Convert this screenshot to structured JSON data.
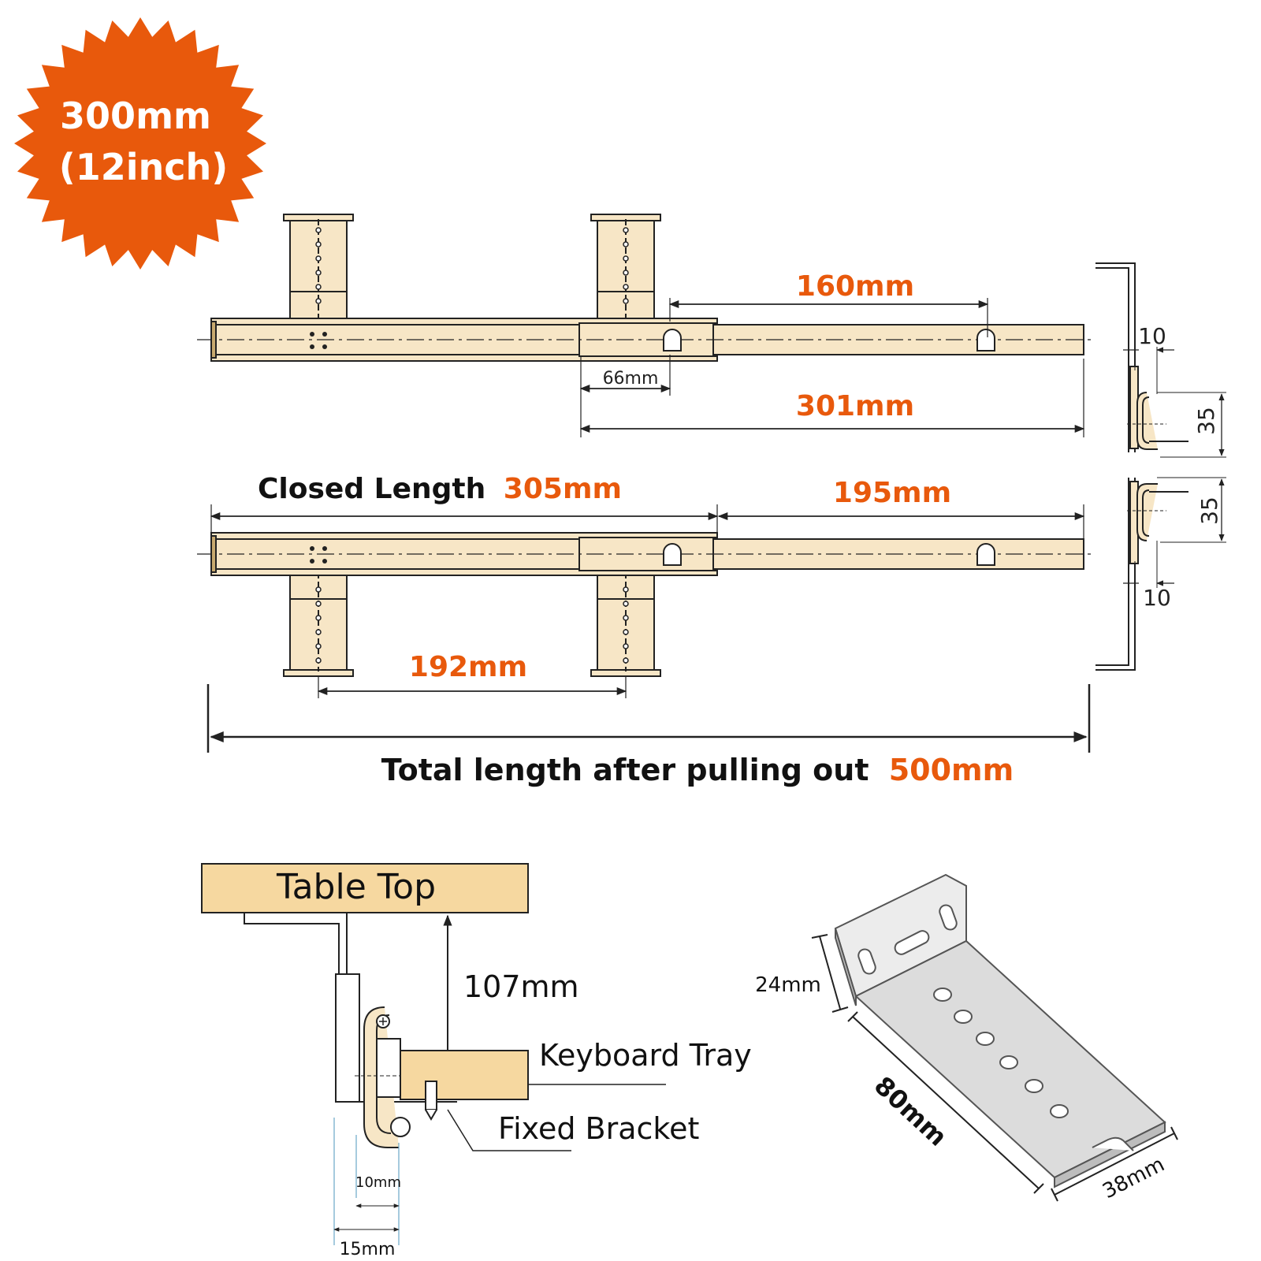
{
  "colors": {
    "orange": "#e8590c",
    "rail_fill": "#f7e6c6",
    "tray_fill": "#f6d8a0",
    "line": "#222222",
    "bracket_fill": "#dcdcdc"
  },
  "badge": {
    "line1": "300mm",
    "line2": "(12inch)"
  },
  "top_view": {
    "dim_160": "160mm",
    "dim_66": "66mm",
    "dim_301": "301mm"
  },
  "bottom_view": {
    "closed_label": "Closed Length",
    "closed_value": "305mm",
    "dim_195": "195mm",
    "dim_192": "192mm"
  },
  "total": {
    "label": "Total length after pulling out",
    "value": "500mm"
  },
  "profile_top": {
    "width": "10",
    "height": "35"
  },
  "profile_bottom": {
    "width": "10",
    "height": "35"
  },
  "install": {
    "table_top": "Table Top",
    "height": "107mm",
    "keyboard_tray": "Keyboard Tray",
    "fixed_bracket": "Fixed Bracket",
    "gap_small": "10mm",
    "gap_large": "15mm"
  },
  "bracket": {
    "width": "24mm",
    "length": "80mm",
    "depth": "38mm"
  },
  "icons": {
    "burst": "starburst-badge-icon",
    "screw": "screw-icon",
    "ball": "ball-bearing-icon"
  }
}
